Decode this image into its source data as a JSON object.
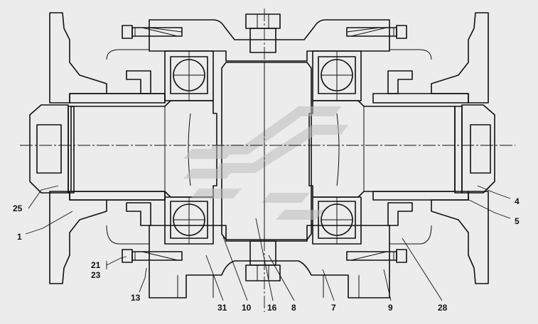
{
  "drawing": {
    "callouts": {
      "c1": "1",
      "c4": "4",
      "c5": "5",
      "c7": "7",
      "c8": "8",
      "c9": "9",
      "c10": "10",
      "c13": "13",
      "c16": "16",
      "c21": "21",
      "c23": "23",
      "c25": "25",
      "c28": "28",
      "c31": "31"
    },
    "colors": {
      "line": "#111111",
      "background": "#ececec",
      "watermark": "#c8c8c8"
    }
  }
}
